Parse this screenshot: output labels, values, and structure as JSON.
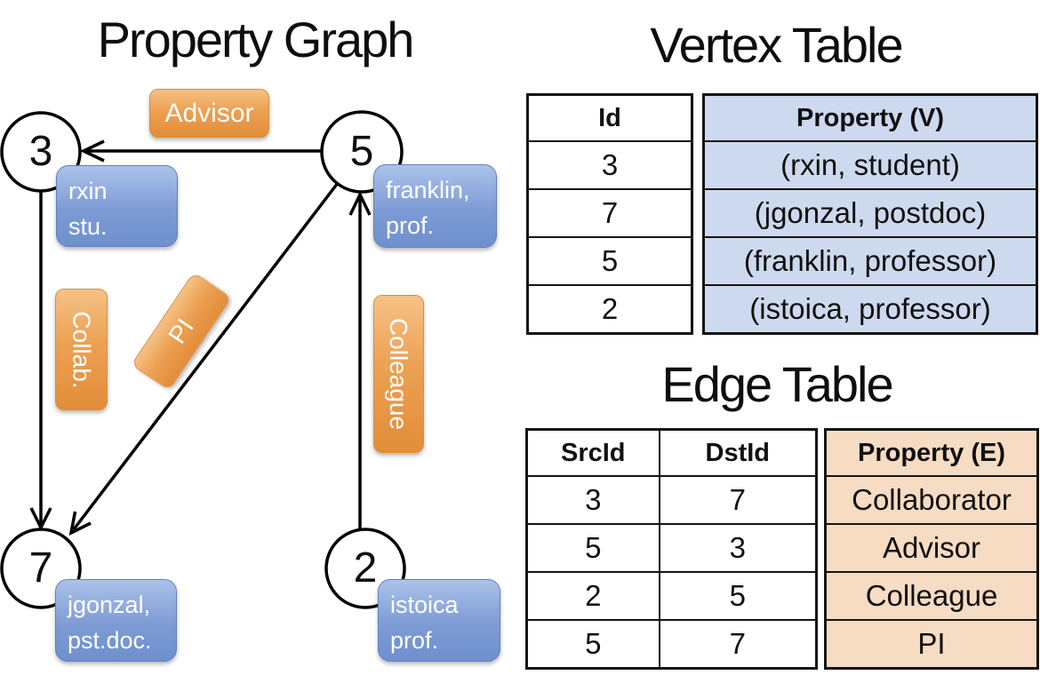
{
  "graph": {
    "title": "Property Graph",
    "nodes": [
      {
        "id": "3",
        "line1": "rxin",
        "line2": "stu."
      },
      {
        "id": "5",
        "line1": "franklin,",
        "line2": "prof."
      },
      {
        "id": "7",
        "line1": "jgonzal,",
        "line2": "pst.doc."
      },
      {
        "id": "2",
        "line1": "istoica",
        "line2": "prof."
      }
    ],
    "edge_labels": {
      "advisor": "Advisor",
      "collab": "Collab.",
      "pi": "PI",
      "colleague": "Colleague"
    }
  },
  "vertex_table": {
    "title": "Vertex Table",
    "columns": [
      "Id",
      "Property (V)"
    ],
    "rows": [
      [
        "3",
        "(rxin, student)"
      ],
      [
        "7",
        "(jgonzal, postdoc)"
      ],
      [
        "5",
        "(franklin, professor)"
      ],
      [
        "2",
        "(istoica, professor)"
      ]
    ]
  },
  "edge_table": {
    "title": "Edge Table",
    "columns": [
      "SrcId",
      "DstId",
      "Property (E)"
    ],
    "rows": [
      [
        "3",
        "7",
        "Collaborator"
      ],
      [
        "5",
        "3",
        "Advisor"
      ],
      [
        "2",
        "5",
        "Colleague"
      ],
      [
        "5",
        "7",
        "PI"
      ]
    ]
  },
  "colors": {
    "vertex-cell-blue": "#cdd9ee",
    "edge-cell-orange": "#f6dcc2",
    "node-box-blue": "#7d9bd4",
    "edge-box-orange": "#eca153"
  }
}
